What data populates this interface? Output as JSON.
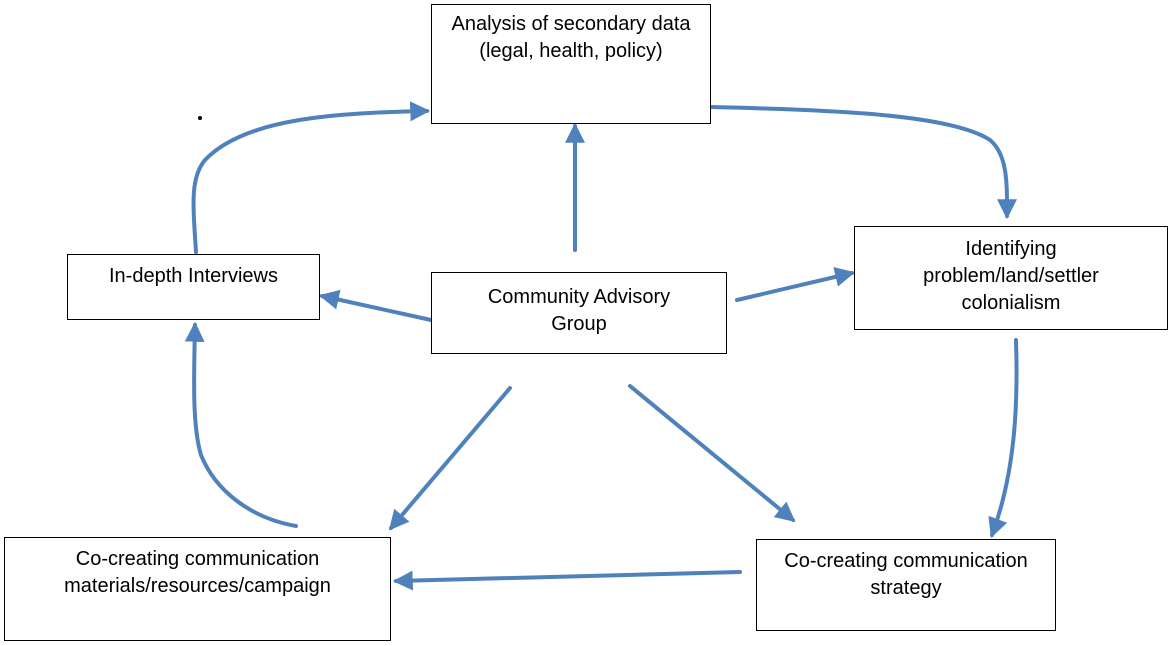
{
  "diagram": {
    "nodes": {
      "secondary_data": "Analysis of secondary data (legal, health, policy)",
      "identifying_problem": "Identifying problem/land/settler colonialism",
      "in_depth_interviews": "In-depth Interviews",
      "community_advisory": "Community Advisory Group",
      "co_creating_materials": "Co-creating communication materials/resources/campaign",
      "co_creating_strategy": "Co-creating communication strategy"
    },
    "colors": {
      "arrow": "#4f81bd",
      "border": "#000000"
    }
  }
}
